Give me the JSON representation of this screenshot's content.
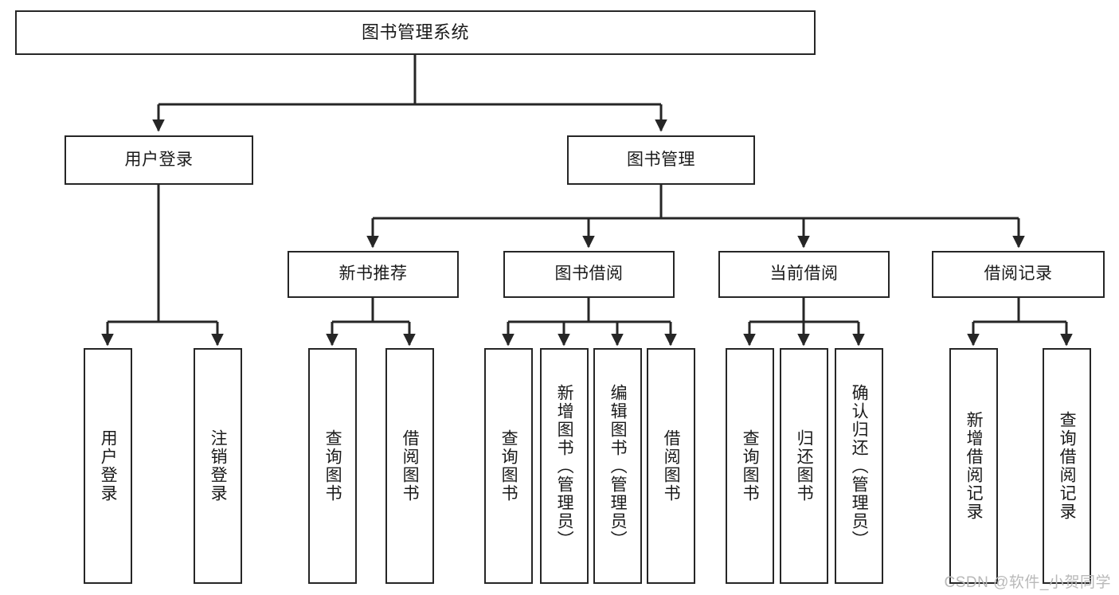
{
  "title": "图书管理系统",
  "watermark": "CSDN @软件_小贺同学",
  "nodes": {
    "root": {
      "label": "图书管理系统"
    },
    "level2": [
      {
        "label": "用户登录"
      },
      {
        "label": "图书管理"
      }
    ],
    "level3": [
      {
        "label": "新书推荐"
      },
      {
        "label": "图书借阅"
      },
      {
        "label": "当前借阅"
      },
      {
        "label": "借阅记录"
      }
    ],
    "leaves": {
      "user_login": [
        {
          "label": "用户登录"
        },
        {
          "label": "注销登录"
        }
      ],
      "new_book_recommend": [
        {
          "label": "查询图书"
        },
        {
          "label": "借阅图书"
        }
      ],
      "book_borrow": [
        {
          "label": "查询图书"
        },
        {
          "label": "新增图书（管理员）"
        },
        {
          "label": "编辑图书（管理员）"
        },
        {
          "label": "借阅图书"
        }
      ],
      "current_borrow": [
        {
          "label": "查询图书"
        },
        {
          "label": "归还图书"
        },
        {
          "label": "确认归还（管理员）"
        }
      ],
      "borrow_records": [
        {
          "label": "新增借阅记录"
        },
        {
          "label": "查询借阅记录"
        }
      ]
    }
  },
  "colors": {
    "stroke": "#262626",
    "background": "#ffffff",
    "text": "#1a1a1a",
    "watermark": "#b9b9b9"
  }
}
